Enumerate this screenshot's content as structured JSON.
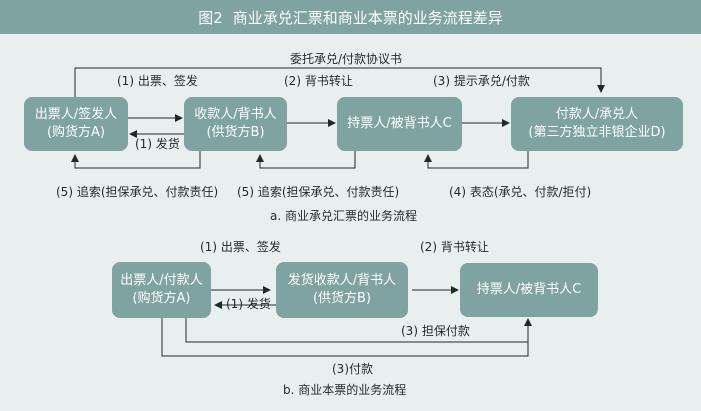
{
  "title": {
    "figure_label": "图2",
    "text": "商业承兑汇票和商业本票的业务流程差异"
  },
  "diagram_a": {
    "caption": "a. 商业承兑汇票的业务流程",
    "nodes": [
      {
        "line1": "出票人/签发人",
        "line2": "(购货方A)"
      },
      {
        "line1": "收款人/背书人",
        "line2": "(供货方B)"
      },
      {
        "line1": "持票人/被背书人C",
        "line2": ""
      },
      {
        "line1": "付款人/承兑人",
        "line2": "(第三方独立非银企业D)"
      }
    ],
    "edges": {
      "entrust": "委托承兑/付款协议书",
      "issue": "(1) 出票、签发",
      "endorse": "(2) 背书转让",
      "present": "(3) 提示承兑/付款",
      "deliver": "(1) 发货",
      "recourse_a": "(5) 追索(担保承兑、付款责任)",
      "recourse_b": "(5) 追索(担保承兑、付款责任)",
      "respond": "(4) 表态(承兑、付款/拒付)"
    }
  },
  "diagram_b": {
    "caption": "b. 商业本票的业务流程",
    "nodes": [
      {
        "line1": "出票人/付款人",
        "line2": "(购货方A)"
      },
      {
        "line1": "发货收款人/背书人",
        "line2": "(供货方B)"
      },
      {
        "line1": "持票人/被背书人C",
        "line2": ""
      }
    ],
    "edges": {
      "issue": "(1) 出票、签发",
      "endorse": "(2) 背书转让",
      "deliver": "(1) 发货",
      "guarantee": "(3) 担保付款",
      "pay": "(3)付款"
    }
  }
}
